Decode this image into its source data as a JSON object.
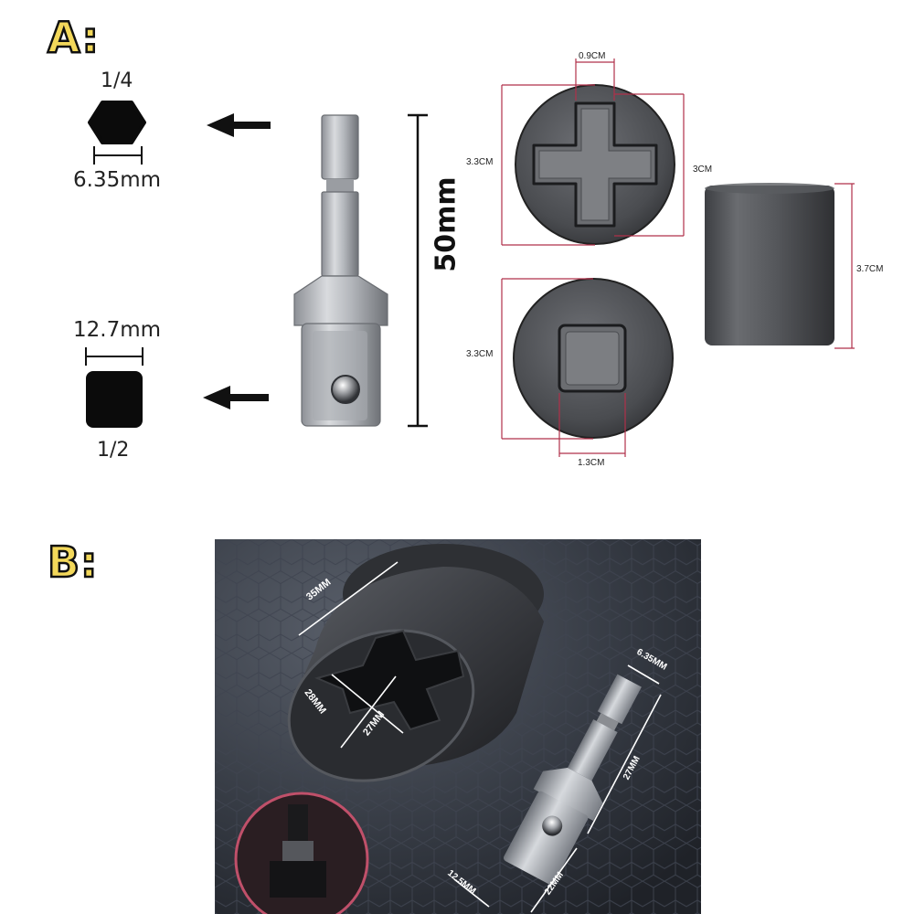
{
  "section_a": {
    "label": "A:",
    "hex_shank": {
      "fraction": "1/4",
      "size": "6.35mm"
    },
    "square_drive": {
      "fraction": "1/2",
      "size": "12.7mm"
    },
    "adapter_length": "50mm",
    "cross_socket": {
      "slot_width": "0.9CM",
      "outer_diameter": "3.3CM",
      "inner_span": "3CM"
    },
    "square_socket": {
      "outer_diameter": "3.3CM",
      "square_width": "1.3CM"
    },
    "sleeve": {
      "height": "3.7CM"
    }
  },
  "section_b": {
    "label": "B:",
    "socket_dims": {
      "outer": "35MM",
      "cross_long": "28MM",
      "cross_short": "27MM"
    },
    "adapter_dims": {
      "hex": "6.35MM",
      "length": "27MM",
      "head": "22MM",
      "square": "12.5MM"
    }
  },
  "colors": {
    "label_fill": "#f3d85a",
    "dim_line": "#b0304a",
    "photo_bg": "#2b2f36"
  }
}
